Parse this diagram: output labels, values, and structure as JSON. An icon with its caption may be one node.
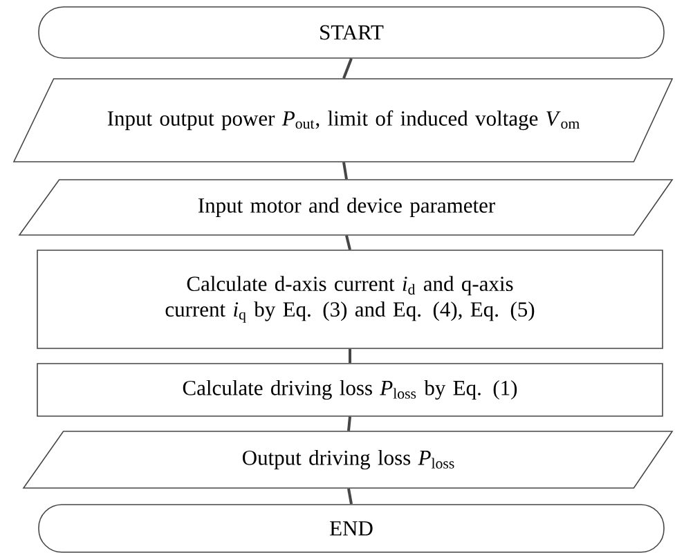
{
  "diagram": {
    "nodes": [
      {
        "text": [
          "START"
        ]
      },
      {
        "text": [
          "Input  output power *P*$_{out}$, limit of induced voltage *V*$_{om}$"
        ]
      },
      {
        "text": [
          "Input motor and device parameter"
        ]
      },
      {
        "text": [
          "Calculate d-axis current  *i*$_{d}$ and q-axis current *i*$_{q}$  by Eq. (3) and Eq. (4), Eq. (5)"
        ]
      },
      {
        "text": [
          "Calculate driving loss *P*$_{loss}$ by Eq. (1)"
        ]
      },
      {
        "text": [
          "Output driving loss *P*$_{loss}$"
        ]
      },
      {
        "text": [
          "END"
        ]
      }
    ],
    "edges": [
      {
        "from": 0,
        "to": 1,
        "arrow": "none"
      },
      {
        "from": 1,
        "to": 2,
        "arrow": "none"
      },
      {
        "from": 2,
        "to": 3,
        "arrow": "none"
      },
      {
        "from": 3,
        "to": 4,
        "arrow": "none"
      },
      {
        "from": 4,
        "to": 5,
        "arrow": "none"
      },
      {
        "from": 5,
        "to": 6,
        "arrow": "none"
      }
    ]
  }
}
